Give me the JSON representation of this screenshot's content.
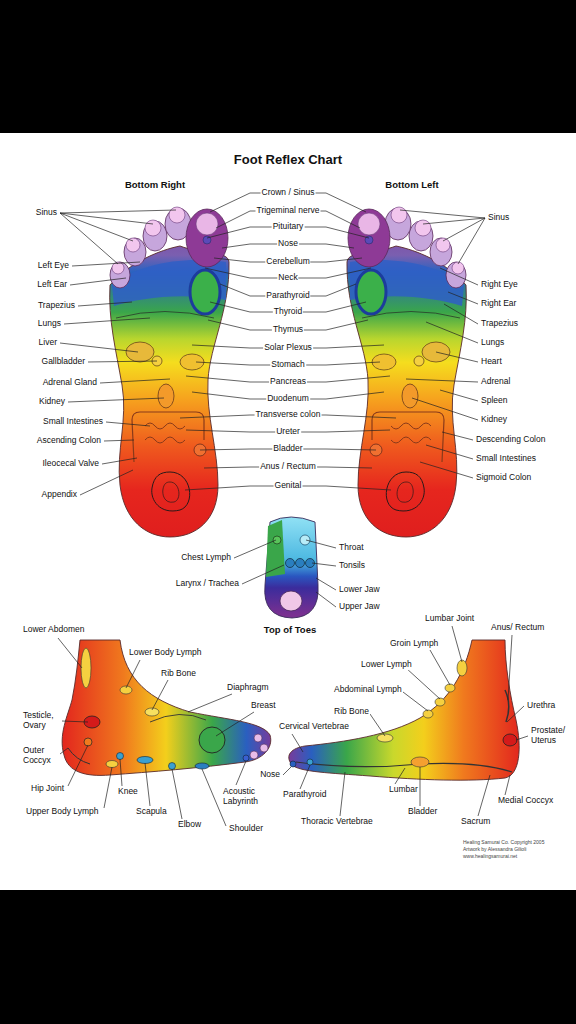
{
  "diagram": {
    "title": "Foot Reflex Chart",
    "labels": [
      "Bottom Right",
      "Bottom Left",
      "Sinus",
      "Crown / Sinus",
      "Sinus",
      "Trigeminal nerve",
      "Pituitary",
      "Nose",
      "Cerebellum",
      "Left Eye",
      "Neck",
      "Left Ear",
      "Right Eye",
      "Parathyroid",
      "Right Ear",
      "Trapezius",
      "Thyroid",
      "Lungs",
      "Trapezius",
      "Thymus",
      "Liver",
      "Lungs",
      "Solar Plexus",
      "Gallbladder",
      "Heart",
      "Stomach",
      "Pancreas",
      "Adrenal Gland",
      "Adrenal",
      "Duodenum",
      "Spleen",
      "Kidney",
      "Transverse colon",
      "Kidney",
      "Small Intestines",
      "Ureter",
      "Ascending Colon",
      "Descending Colon",
      "Bladder",
      "Small Intestines",
      "Ileocecal Valve",
      "Anus / Rectum",
      "Sigmoid Colon",
      "Genital",
      "Appendix",
      "Throat",
      "Chest Lymph",
      "Tonsils",
      "Larynx / Trachea",
      "Lower Jaw",
      "Upper Jaw",
      "Top of Toes",
      "Lumbar Joint",
      "Lower Abdomen",
      "Anus/ Rectum",
      "Groin Lymph",
      "Lower Body Lymph",
      "Lower Lymph",
      "Rib Bone",
      "Diaphragm",
      "Abdominal Lymph",
      "Breast",
      "Urethra",
      "Rib Bone",
      "Testicle, Ovary",
      "Cervical Vertebrae",
      "Prostate/ Uterus",
      "Outer Coccyx",
      "Nose",
      "Hip Joint",
      "Lumbar",
      "Knee",
      "Acoustic Labyrinth",
      "Parathyroid",
      "Medial Coccyx",
      "Upper Body Lymph",
      "Scapula",
      "Bladder",
      "Elbow",
      "Shoulder",
      "Thoracic Vertebrae",
      "Sacrum",
      "Healing Samurai Co. Copyright 2005",
      "Artwork by Alessandra Gilioli",
      "www.healingsamurai.net"
    ]
  }
}
